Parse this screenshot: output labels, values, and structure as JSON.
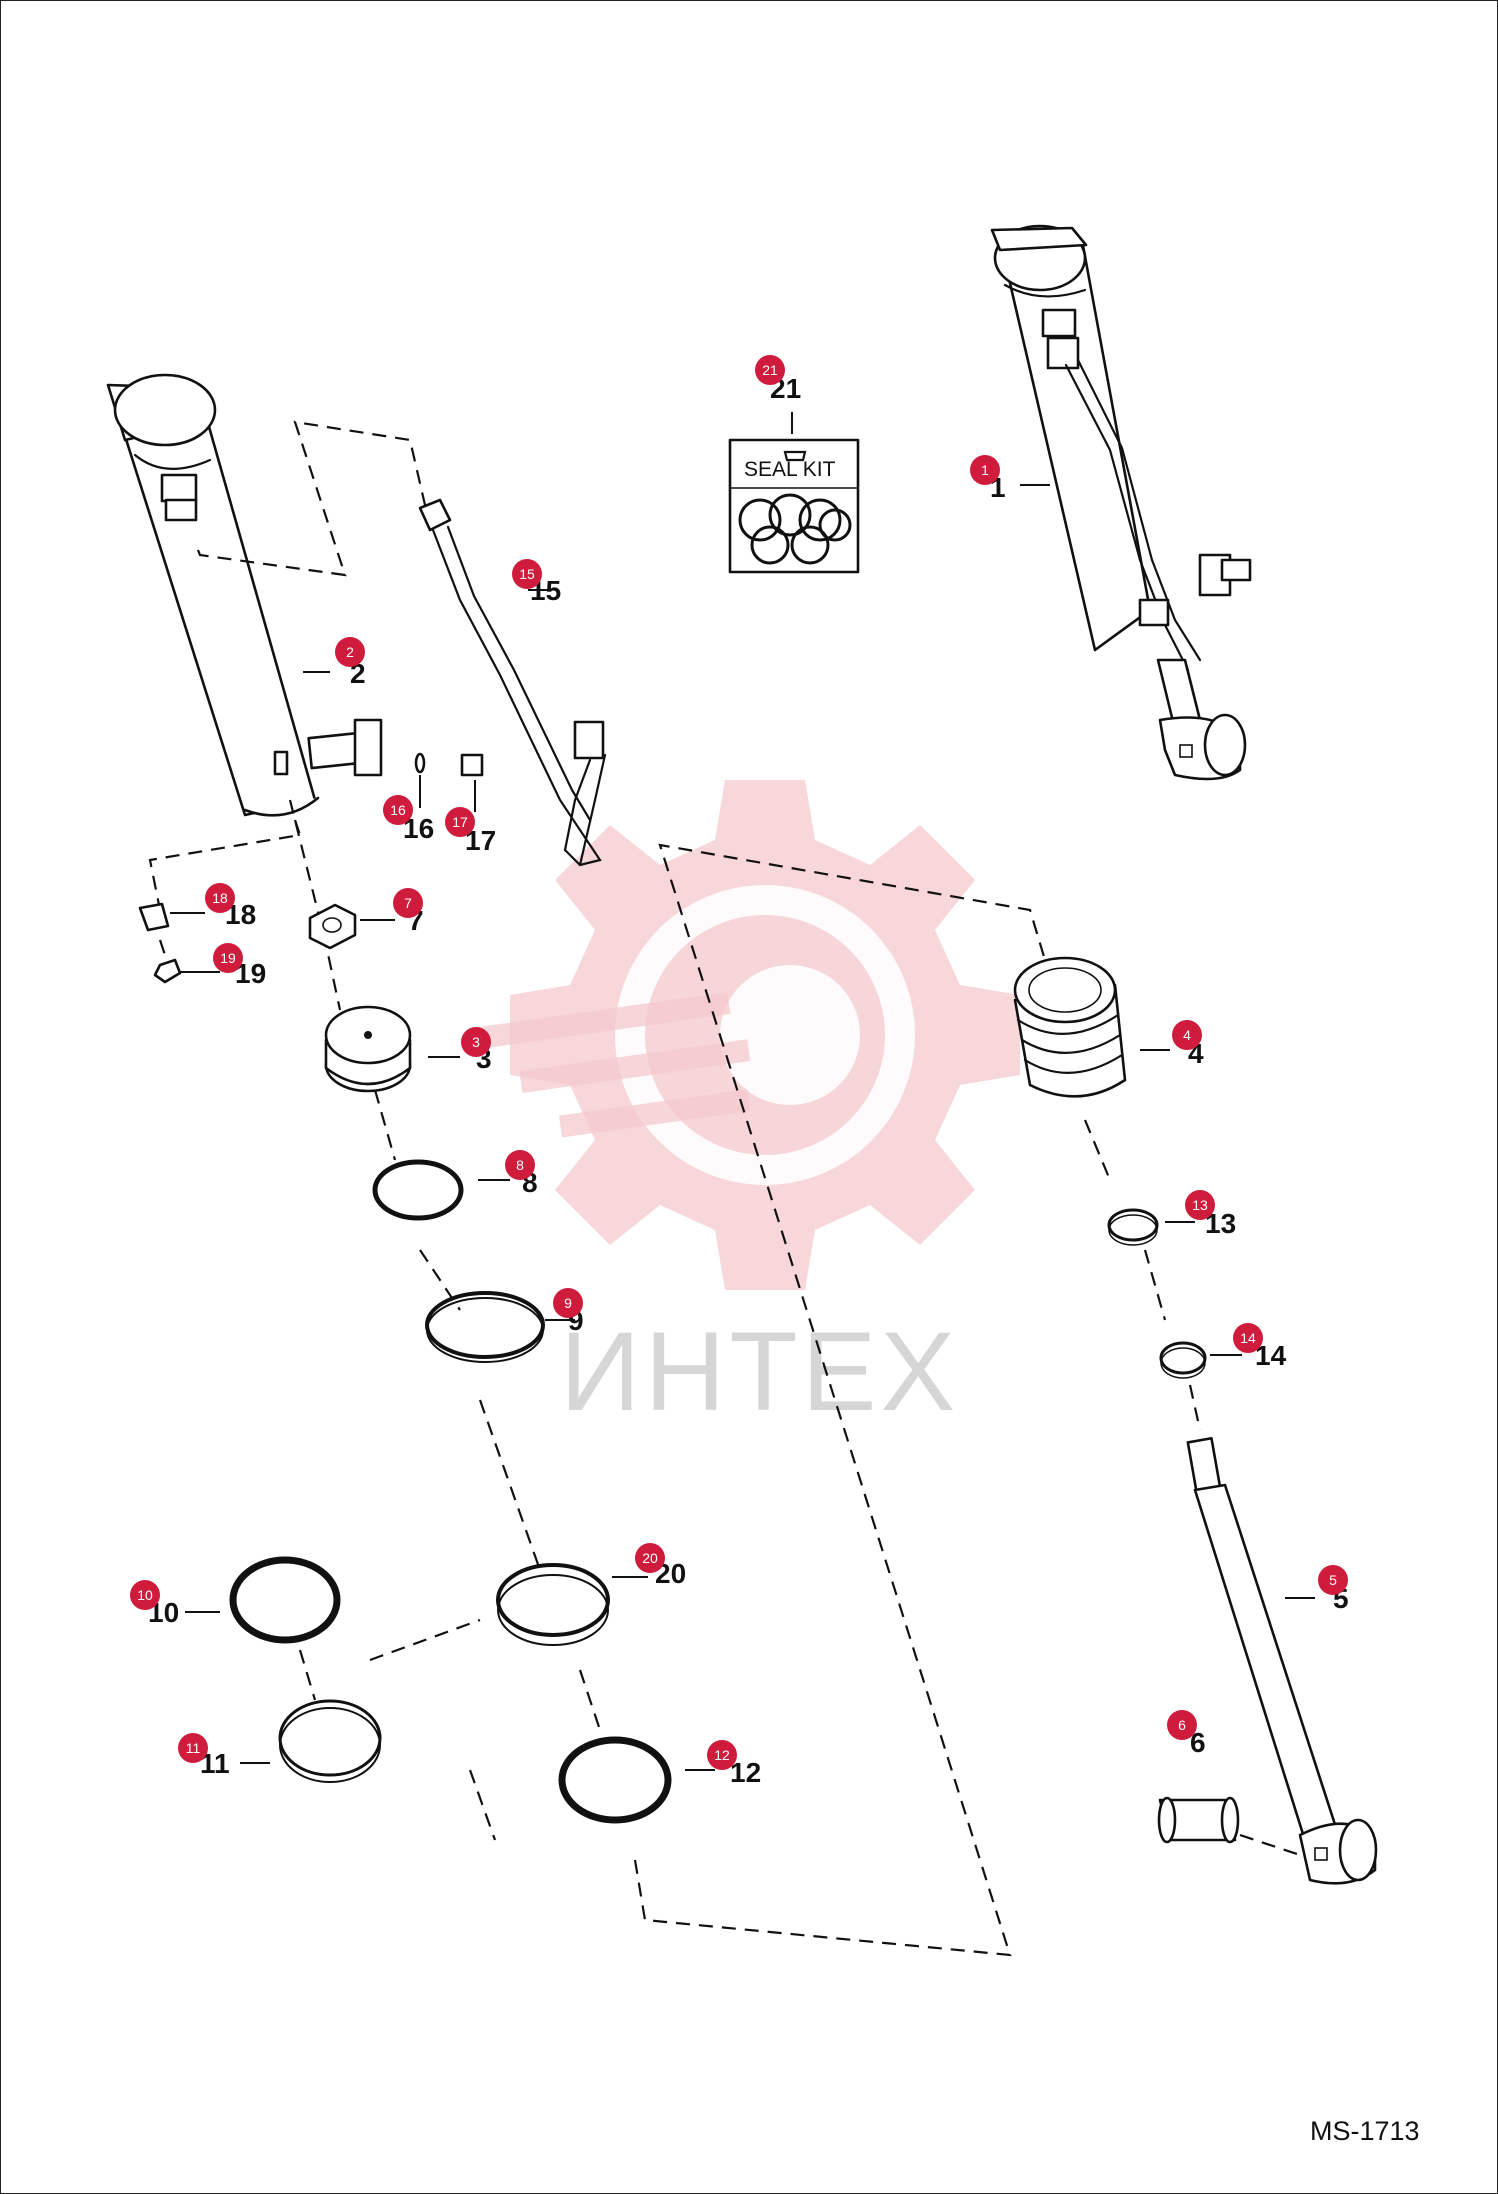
{
  "drawing_code": "MS-1713",
  "watermark_text": "ИНТЕХ",
  "seal_kit_label": "SEAL KIT",
  "colors": {
    "badge": "#cf1b3c",
    "watermark": "#f4c9cd",
    "line": "#111111"
  },
  "parts": [
    {
      "n": "1",
      "label": "1"
    },
    {
      "n": "2",
      "label": "2"
    },
    {
      "n": "3",
      "label": "3"
    },
    {
      "n": "4",
      "label": "4"
    },
    {
      "n": "5",
      "label": "5"
    },
    {
      "n": "6",
      "label": "6"
    },
    {
      "n": "7",
      "label": "7"
    },
    {
      "n": "8",
      "label": "8"
    },
    {
      "n": "9",
      "label": "9"
    },
    {
      "n": "10",
      "label": "10"
    },
    {
      "n": "11",
      "label": "11"
    },
    {
      "n": "12",
      "label": "12"
    },
    {
      "n": "13",
      "label": "13"
    },
    {
      "n": "14",
      "label": "14"
    },
    {
      "n": "15",
      "label": "15"
    },
    {
      "n": "16",
      "label": "16"
    },
    {
      "n": "17",
      "label": "17"
    },
    {
      "n": "18",
      "label": "18"
    },
    {
      "n": "19",
      "label": "19"
    },
    {
      "n": "20",
      "label": "20"
    },
    {
      "n": "21",
      "label": "21"
    }
  ]
}
